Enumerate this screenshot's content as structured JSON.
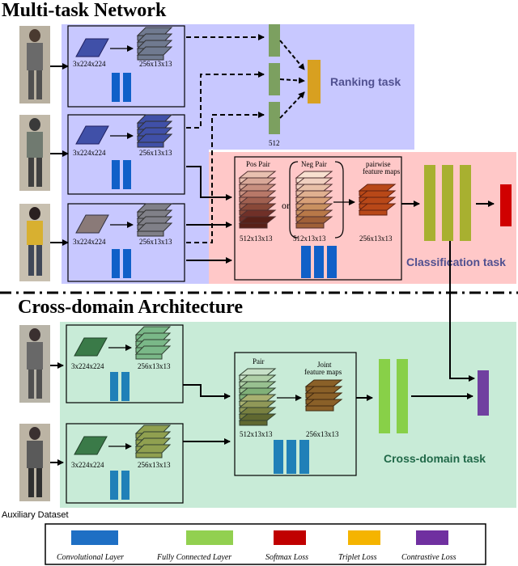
{
  "sections": {
    "multitask_title": "Multi-task Network",
    "crossdomain_title": "Cross-domain Architecture"
  },
  "tasks": {
    "ranking": "Ranking task",
    "classification": "Classification task",
    "crossdomain": "Cross-domain task"
  },
  "labels": {
    "input_dim": "3x224x224",
    "feat_dim": "256x13x13",
    "fc_dim": "512",
    "pair_dim": "512x13x13",
    "pos_pair": "Pos Pair",
    "neg_pair": "Neg Pair",
    "or": "or",
    "pairwise_line1": "pairwise",
    "pairwise_line2": "feature maps",
    "pair": "Pair",
    "joint_line1": "Joint",
    "joint_line2": "feature maps",
    "auxiliary": "Auxiliary Dataset"
  },
  "legend": {
    "items": [
      {
        "label": "Convolutional Layer",
        "color": "#1e6fc4"
      },
      {
        "label": "Fully Connected Layer",
        "color": "#92d050"
      },
      {
        "label": "Softmax Loss",
        "color": "#c00000"
      },
      {
        "label": "Triplet Loss",
        "color": "#f5b400"
      },
      {
        "label": "Contrastive Loss",
        "color": "#7030a0"
      }
    ]
  },
  "colors": {
    "ranking_bg": "#c8c8ff",
    "classification_bg": "#ffc8c8",
    "crossdomain_bg": "#c8ebd7",
    "conv_blue": "#1060c8",
    "conv_teal": "#2080b8",
    "fc_green": "#7ca060",
    "fc_olive": "#a8b030",
    "fc_lime": "#88d048",
    "triplet": "#d8a020",
    "softmax": "#d00000",
    "contrastive": "#7040a0"
  }
}
